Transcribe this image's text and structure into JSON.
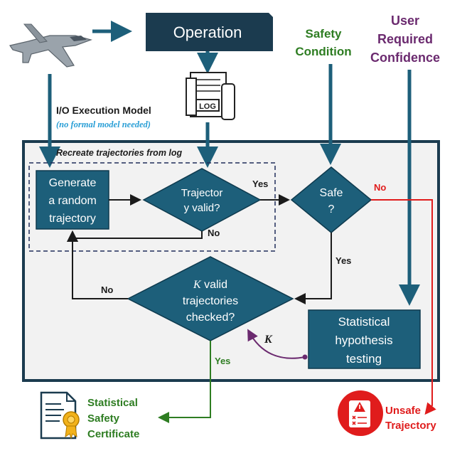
{
  "operation_label": "Operation",
  "io_model": {
    "title": "I/O Execution Model",
    "note": "(no formal model needed)"
  },
  "log_icon_text": "LOG",
  "safety_condition": [
    "Safety",
    "Condition"
  ],
  "user_confidence": [
    "User",
    "Required",
    "Confidence"
  ],
  "recreate_label": "Recreate trajectories from log",
  "generate_box": [
    "Generate",
    "a random",
    "trajectory"
  ],
  "valid_diamond": [
    "Trajector",
    "y valid?"
  ],
  "safe_diamond": [
    "Safe",
    "?"
  ],
  "k_diamond": [
    "K valid",
    "trajectories",
    "checked?"
  ],
  "k_italic_letter": "K",
  "k_rest": " valid",
  "k_arrow_label": "K",
  "hypothesis_box": [
    "Statistical",
    "hypothesis",
    "testing"
  ],
  "edge_labels": {
    "valid_yes": "Yes",
    "valid_no": "No",
    "safe_no": "No",
    "safe_yes": "Yes",
    "k_no": "No",
    "k_yes": "Yes"
  },
  "certificate": [
    "Statistical",
    "Safety",
    "Certificate"
  ],
  "unsafe": [
    "Unsafe",
    "Trajectory"
  ],
  "colors": {
    "dark_box": "#1b3b4f",
    "teal_box": "#1d5f7a",
    "green_text": "#2e7d22",
    "purple_text": "#6b2a6f",
    "red": "#e01c1c",
    "unsafe_text": "#e01c1c",
    "navy_dash": "#1f2d5a"
  }
}
